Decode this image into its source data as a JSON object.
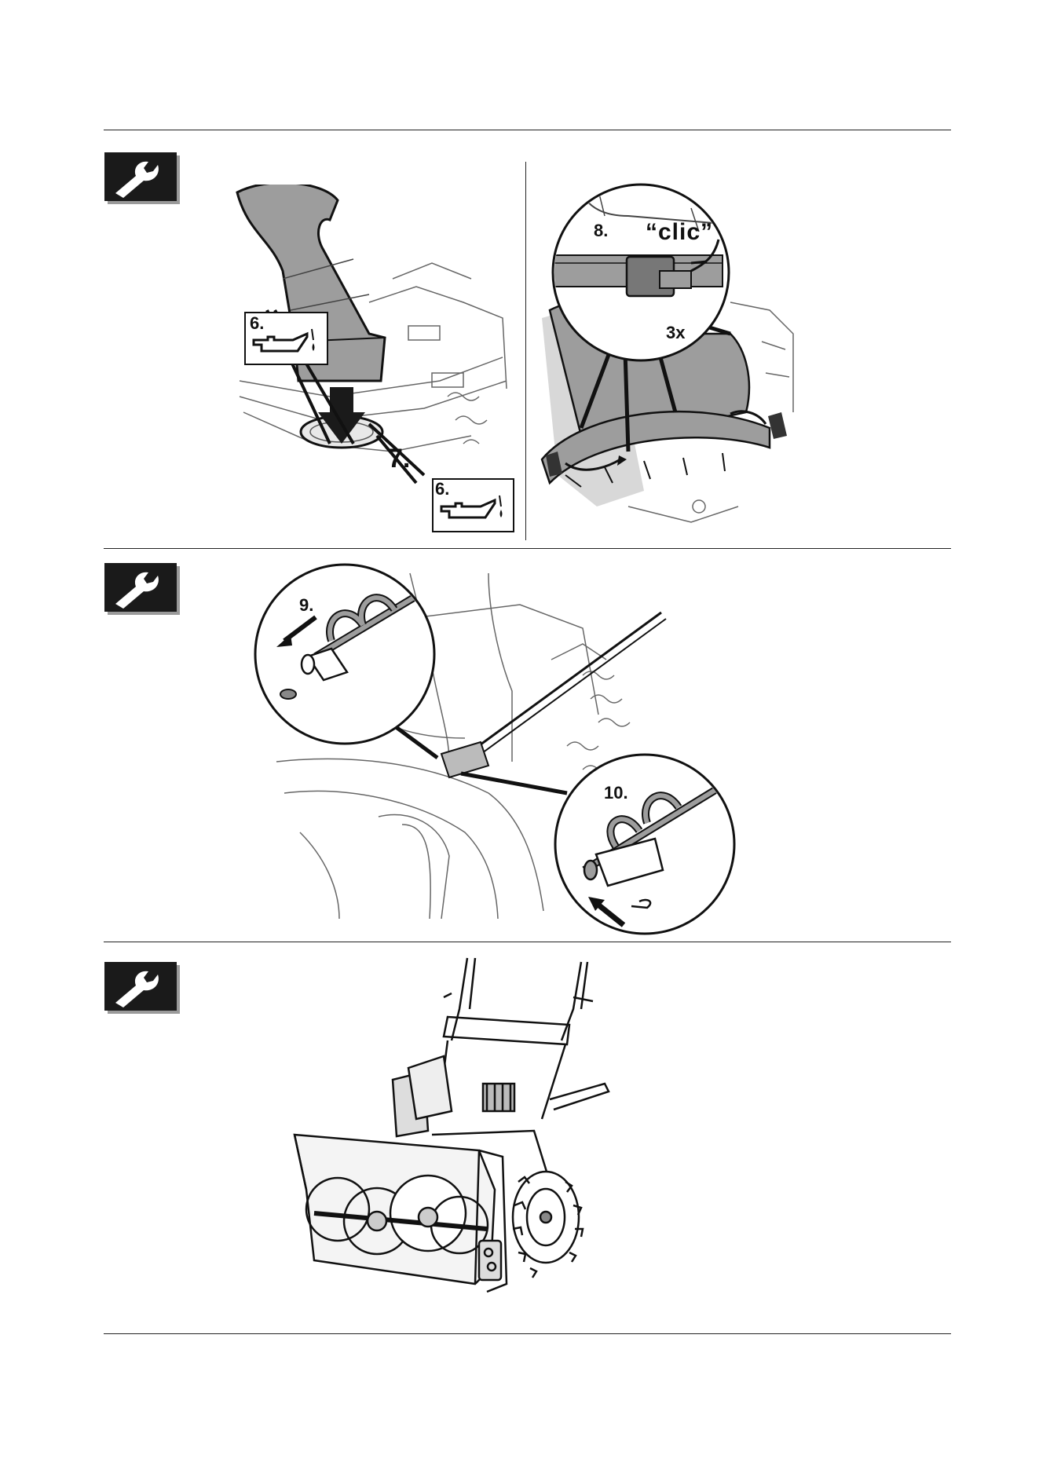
{
  "icons": {
    "tool": "wrench-icon",
    "oil": "oil-can-icon"
  },
  "colors": {
    "rule": "#222222",
    "icon_bg": "#1a1a1a",
    "icon_shadow": "#9a9a9a",
    "part_fill": "#9d9d9d",
    "arrow": "#1a1a1a"
  },
  "section1": {
    "left": {
      "step_oil_top": "6.",
      "step_insert": "7.",
      "step_oil_bottom": "6."
    },
    "right": {
      "step_click": "8.",
      "sound": "“clic”",
      "repeat": "3x"
    }
  },
  "section2": {
    "step_remove": "9.",
    "step_insert": "10."
  }
}
